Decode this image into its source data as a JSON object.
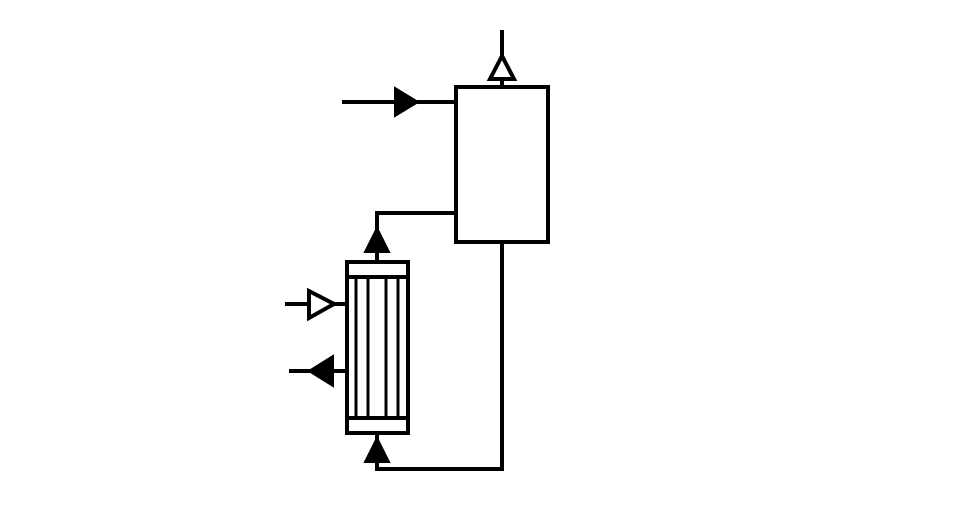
{
  "diagram": {
    "type": "process-flow",
    "components": [
      {
        "id": "vessel",
        "kind": "rectangular-vessel"
      },
      {
        "id": "heat-exchanger",
        "kind": "tube-bundle-heat-exchanger"
      }
    ],
    "streams": [
      {
        "id": "feed-inlet",
        "direction": "in",
        "arrow": "solid"
      },
      {
        "id": "vapor-outlet",
        "direction": "out",
        "arrow": "open"
      },
      {
        "id": "exchanger-to-vessel",
        "arrow": "solid"
      },
      {
        "id": "vessel-bottom-to-exchanger",
        "arrow": "solid"
      },
      {
        "id": "heating-medium-outlet",
        "direction": "out",
        "arrow": "open"
      },
      {
        "id": "heating-medium-inlet",
        "direction": "in",
        "arrow": "solid"
      }
    ],
    "colors": {
      "line": "#000000",
      "background": "#ffffff"
    }
  }
}
